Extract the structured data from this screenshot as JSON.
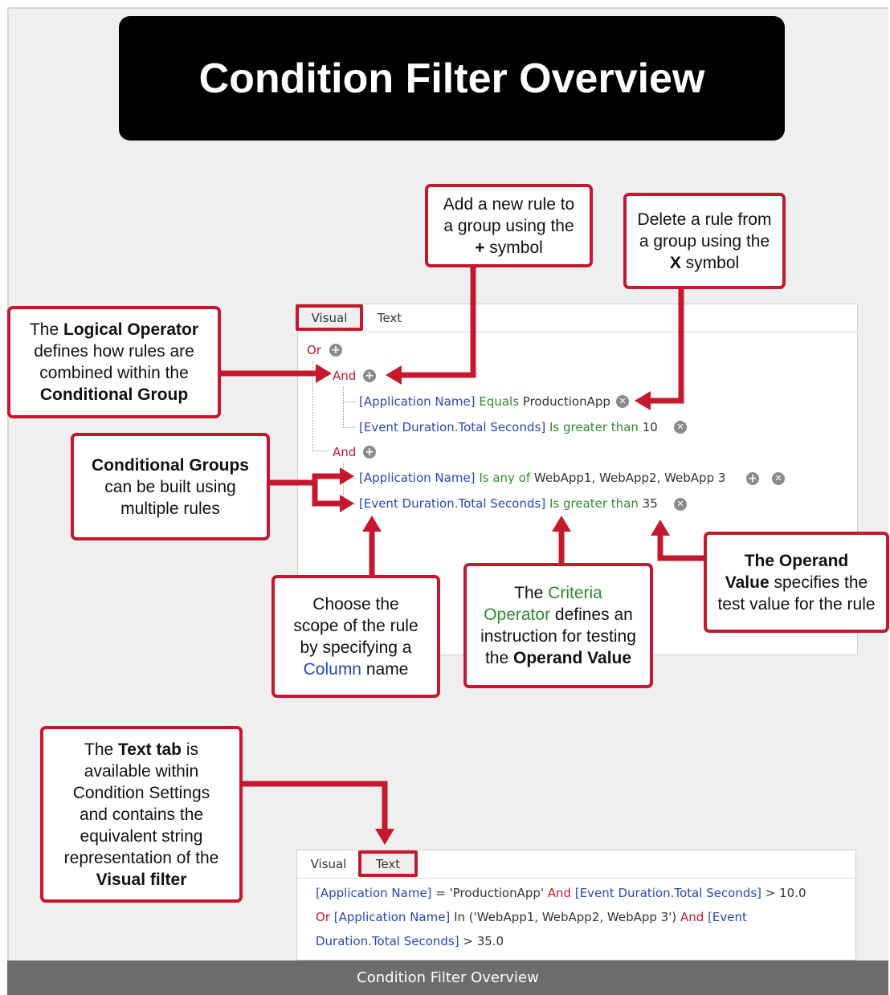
{
  "title": "Condition Filter Overview",
  "caption": "Condition Filter Overview",
  "callouts": {
    "add_rule": {
      "l1": "Add a new rule to",
      "l2": "a group using the",
      "l3_b": "+",
      "l3": " symbol"
    },
    "delete_rule": {
      "l1": "Delete a rule from",
      "l2": "a group using the",
      "l3_b": "X",
      "l3": " symbol"
    },
    "logical_operator": {
      "l1": "The ",
      "l1_b": "Logical Operator",
      "l2": "defines how rules are",
      "l3": "combined within the",
      "l4_b": "Conditional Group"
    },
    "conditional_groups": {
      "l1_b": "Conditional Groups",
      "l2": "can be built using",
      "l3": "multiple rules"
    },
    "column": {
      "l1": "Choose the",
      "l2": "scope of the rule",
      "l3": "by specifying a",
      "l4_c": "Column",
      "l4": " name"
    },
    "criteria": {
      "l1a": "The ",
      "l1_c": "Criteria",
      "l2_c": "Operator",
      "l2": " defines an",
      "l3": "instruction for testing",
      "l4": "the ",
      "l4_b": "Operand Value"
    },
    "operand": {
      "l1_b": "The Operand",
      "l2_b": "Value",
      "l2": " specifies the",
      "l3": "test value for the rule"
    },
    "text_tab": {
      "l1": "The ",
      "l1_b": "Text tab",
      "l1c": " is",
      "l2": "available within",
      "l3": "Condition Settings",
      "l4": "and contains the",
      "l5": "equivalent string",
      "l6": "representation of the",
      "l7_b": "Visual filter"
    }
  },
  "visual_panel": {
    "tabs": [
      "Visual",
      "Text"
    ],
    "root_op": "Or",
    "group1": {
      "op": "And",
      "rule1": {
        "col": "[Application Name]",
        "crit": "Equals",
        "val": "ProductionApp"
      },
      "rule2": {
        "col": "[Event Duration.Total Seconds]",
        "crit": "Is greater than",
        "val": "10"
      }
    },
    "group2": {
      "op": "And",
      "rule1": {
        "col": "[Application Name]",
        "crit": "Is any of",
        "val": "WebApp1, WebApp2, WebApp 3"
      },
      "rule2": {
        "col": "[Event Duration.Total Seconds]",
        "crit": "Is greater than",
        "val": "35"
      }
    }
  },
  "text_panel": {
    "tabs": [
      "Visual",
      "Text"
    ],
    "line1": {
      "a": "[Application Name]",
      "b": " = 'ProductionApp' ",
      "c": "And",
      "d": " [Event Duration.Total Seconds]",
      "e": " > 10.0"
    },
    "line2": {
      "a": "Or",
      "b": " [Application Name]",
      "c": " In ('WebApp1, WebApp2, WebApp 3') ",
      "d": "And",
      "e": " [Event"
    },
    "line3": {
      "a": "Duration.Total Seconds]",
      "b": " > 35.0"
    }
  },
  "colors": {
    "accent": "#c5182f",
    "column": "#2747b5",
    "criteria": "#2e8b2e",
    "operator": "#c5182f",
    "banner": "#000000",
    "footer": "#6d6d6d"
  },
  "icons": {
    "add": "plus-circle-icon",
    "delete": "x-circle-icon"
  }
}
